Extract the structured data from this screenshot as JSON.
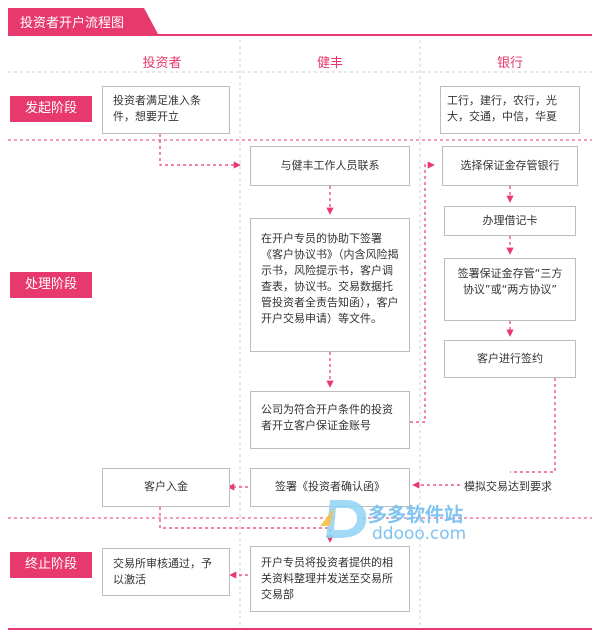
{
  "title": "投资者开户流程图",
  "columns": [
    "投资者",
    "健丰",
    "银行"
  ],
  "stages": [
    "发起阶段",
    "处理阶段",
    "终止阶段"
  ],
  "boxes": {
    "investor_start": "投资者满足准入条件，想要开立",
    "bank_list": "工行，建行，农行，光大，交通，中信，华夏",
    "contact_staff": "与健丰工作人员联系",
    "choose_bank": "选择保证金存管银行",
    "sign_docs": "在开户专员的协助下签署《客户协议书》（内含风险揭示书，风险提示书，客户调查表，协议书。交易数据托管投资者全责告知函），客户开户交易申请）等文件。",
    "debit_card": "办理借记卡",
    "tripartite": "签署保证金存管“三方协议”或“两方协议”",
    "customer_sign": "客户进行签约",
    "open_account": "公司为符合开户条件的投资者开立客户保证金账号",
    "deposit": "客户入金",
    "confirm_letter": "签署《投资者确认函》",
    "exchange_approve": "交易所审核通过，予以激活",
    "submit_docs": "开户专员将投资者提供的相关资料整理并发送至交易所交易部"
  },
  "labels": {
    "sim_trade": "模拟交易达到要求"
  },
  "watermark": {
    "brand": "多多软件站",
    "url": "ddooo.com"
  },
  "colors": {
    "accent": "#e8396e",
    "watermark": "#7fc3f0"
  }
}
